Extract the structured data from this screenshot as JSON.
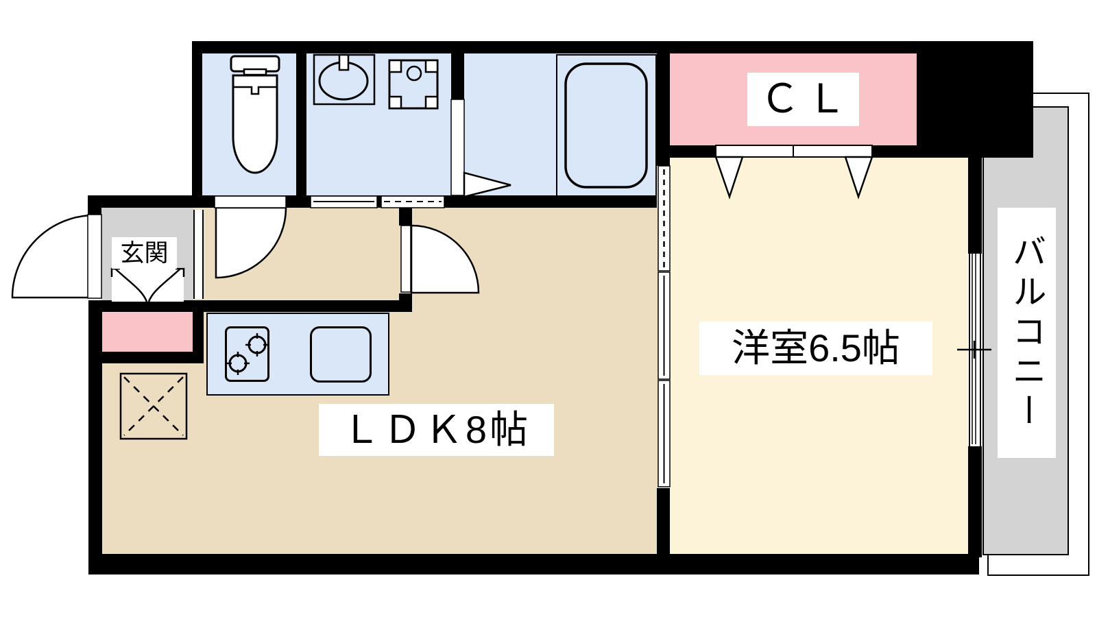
{
  "plan": {
    "type": "apartment-floor-plan",
    "rooms": {
      "entrance": {
        "label": "玄関"
      },
      "ldk": {
        "label": "ＬＤＫ8帖"
      },
      "bedroom": {
        "label": "洋室6.5帖"
      },
      "closet": {
        "label": "ＣＬ"
      },
      "balcony": {
        "label": "バルコニー"
      }
    },
    "fixtures": [
      "toilet-icon",
      "vanity-sink-icon",
      "washing-machine-pan-icon",
      "bathtub-icon",
      "kitchen-counter",
      "gas-stove-icon",
      "kitchen-sink-icon",
      "refrigerator-space-icon",
      "shoe-cabinet-icon",
      "door-swing-icon",
      "sliding-door-icon",
      "folding-closet-door-icon",
      "window-icon"
    ]
  },
  "colors": {
    "wall": "#000000",
    "line": "#000000",
    "water-room": "#d9e7f8",
    "ldk-floor": "#ecdcc0",
    "bedroom-floor": "#fcf3d8",
    "closet-pink": "#fac3c7",
    "gray-floor": "#d3d3d3",
    "label-bg": "#ffffff",
    "label-text": "#000000"
  }
}
